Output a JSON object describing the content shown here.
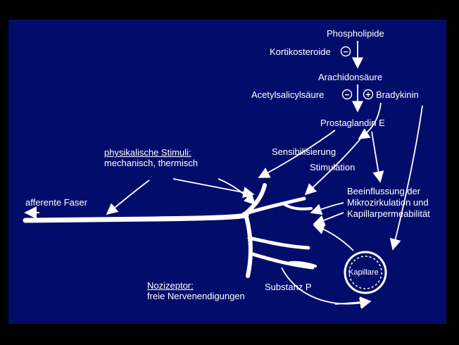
{
  "labels": {
    "phospholipide": "Phospholipide",
    "kortikosteroide": "Kortikosteroide",
    "arachidonsaeure": "Arachidonsäure",
    "acetylsalicylsaeure": "Acetylsalicylsäure",
    "bradykinin": "Bradykinin",
    "prostaglandin": "Prostaglandin E",
    "sensibilisierung": "Sensibilisierung",
    "stimulation": "Stimulation",
    "physikalische_title": "physikalische Stimuli:",
    "physikalische_sub": "mechanisch, thermisch",
    "afferente": "afferente Faser",
    "beeinflussung_1": "Beeinflussung der",
    "beeinflussung_2": "Mikrozirkulation und",
    "beeinflussung_3": "Kapillarpermeabilität",
    "nozizeptor_title": "Nozizeptor:",
    "nozizeptor_sub": "freie Nervenendigungen",
    "substanz_p": "Substanz P",
    "kapillare": "Kapillare"
  },
  "symbols": {
    "minus": "−",
    "plus": "+"
  },
  "colors": {
    "background": "#000000",
    "panel": "#020d6b",
    "foreground": "#ffffff"
  }
}
